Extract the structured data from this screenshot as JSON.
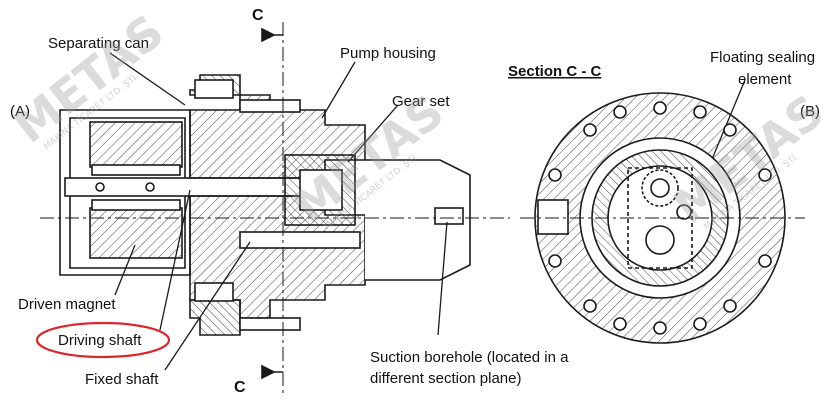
{
  "labels": {
    "separating_can": "Separating can",
    "pump_housing": "Pump housing",
    "gear_set": "Gear set",
    "driven_magnet": "Driven magnet",
    "driving_shaft": "Driving shaft",
    "fixed_shaft": "Fixed shaft",
    "suction_line1": "Suction borehole (located in a",
    "suction_line2": "different section plane)",
    "section_title": "Section C - C",
    "floating_line1": "Floating sealing",
    "floating_line2": "element",
    "cut_top": "C",
    "cut_bottom": "C",
    "view_a": "(A)",
    "view_b": "(B)"
  },
  "watermark": {
    "brand": "METAS",
    "tagline": "MAKİNA TİCARET LTD. ŞTİ."
  },
  "colors": {
    "line": "#1a1a1a",
    "highlight": "#d9272e",
    "watermark": "#9a9a9a"
  }
}
